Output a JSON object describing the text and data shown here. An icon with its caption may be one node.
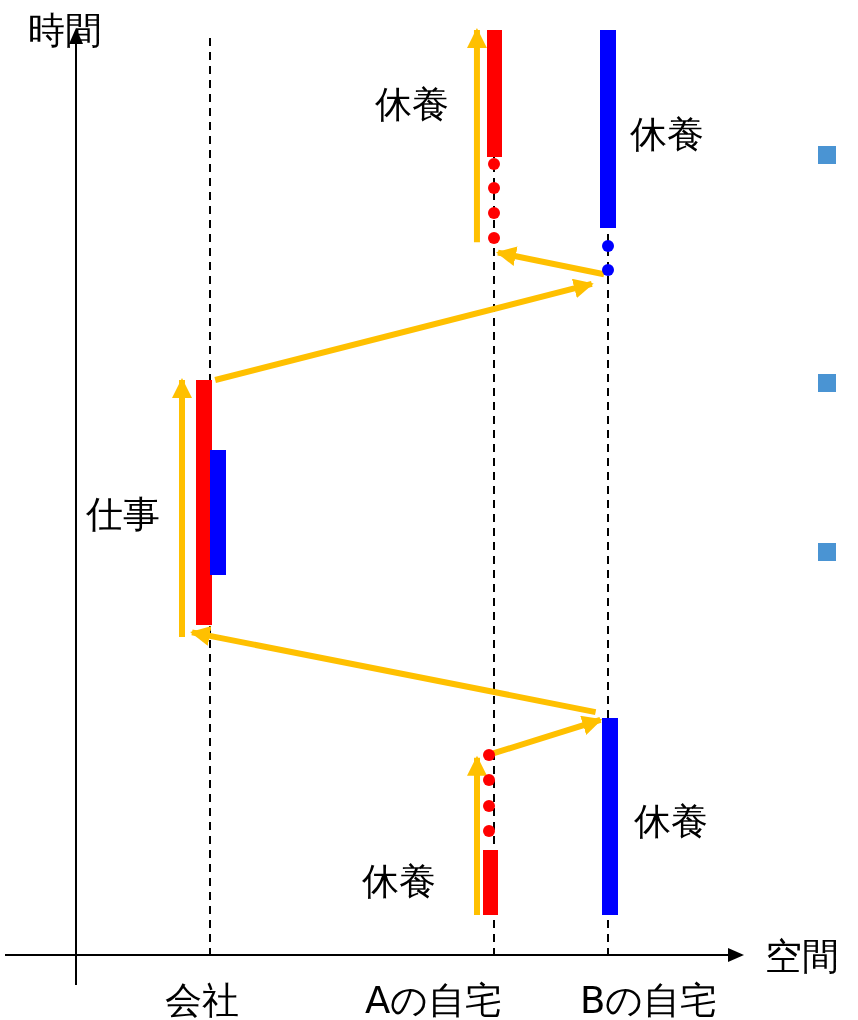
{
  "diagram": {
    "nodes": [
      {
        "text": [],
        "shape": "bar",
        "beside": [
          "休養"
        ]
      },
      {
        "text": [],
        "shape": "bar",
        "beside": [
          "休養"
        ]
      },
      {
        "text": [],
        "shape": "circle"
      },
      {
        "text": [],
        "shape": "circle"
      },
      {
        "text": [],
        "shape": "bar",
        "beside": [
          "仕事"
        ]
      },
      {
        "text": [],
        "shape": "bar"
      },
      {
        "text": [],
        "shape": "circle"
      },
      {
        "text": [],
        "shape": "bar",
        "beside": [
          "休養"
        ]
      },
      {
        "text": [],
        "shape": "bar",
        "beside": [
          "休養"
        ]
      }
    ],
    "edges": [
      {
        "from": 8,
        "to": 6,
        "arrow": "to"
      },
      {
        "from": 6,
        "to": 7,
        "arrow": "to"
      },
      {
        "from": 7,
        "to": 4,
        "arrow": "to"
      },
      {
        "from": 4,
        "to": 3,
        "arrow": "to"
      },
      {
        "from": 3,
        "to": 2,
        "arrow": "to"
      },
      {
        "from": 2,
        "to": 0,
        "arrow": "to"
      }
    ],
    "labels": [
      "時間",
      "空間",
      "会社",
      "Aの自宅",
      "Bの自宅"
    ]
  }
}
